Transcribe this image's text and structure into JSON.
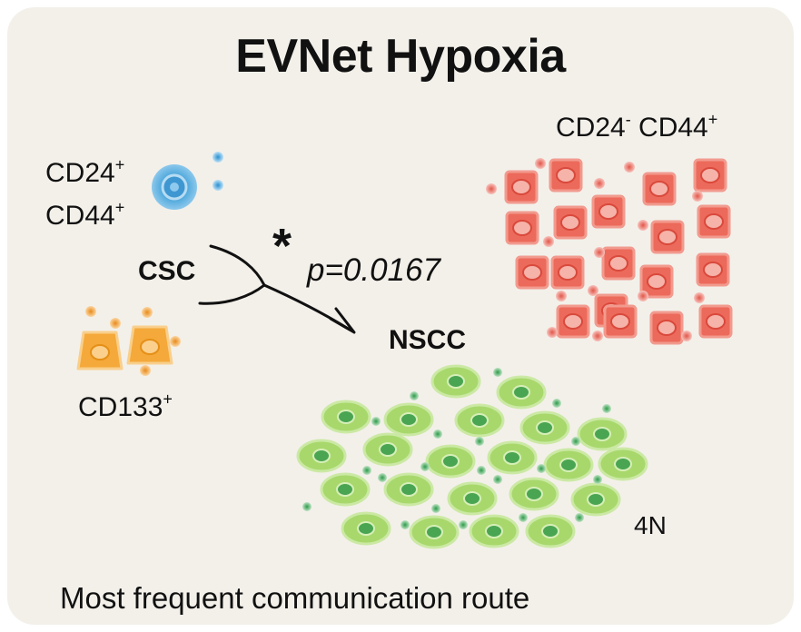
{
  "title": "EVNet Hypoxia",
  "csc_label": "CSC",
  "nscc_label": "NSCC",
  "blue_marker_1": {
    "base": "CD24",
    "sup": "+"
  },
  "blue_marker_2": {
    "base": "CD44",
    "sup": "+"
  },
  "orange_marker": {
    "base": "CD133",
    "sup": "+"
  },
  "red_marker_1": {
    "base": "CD24",
    "sup": "-"
  },
  "red_marker_2": {
    "base": "CD44",
    "sup": "+"
  },
  "green_marker": "4N",
  "significance": {
    "star": "*",
    "p_value": "p=0.0167"
  },
  "caption": "Most frequent communication route",
  "colors": {
    "panel": "#f3f0ea",
    "blue_cell": "#4fa8dc",
    "orange_cell": "#f4a93a",
    "red_cell": "#ec6a5b",
    "green_cell": "#a8d86c",
    "arrow": "#111111"
  }
}
